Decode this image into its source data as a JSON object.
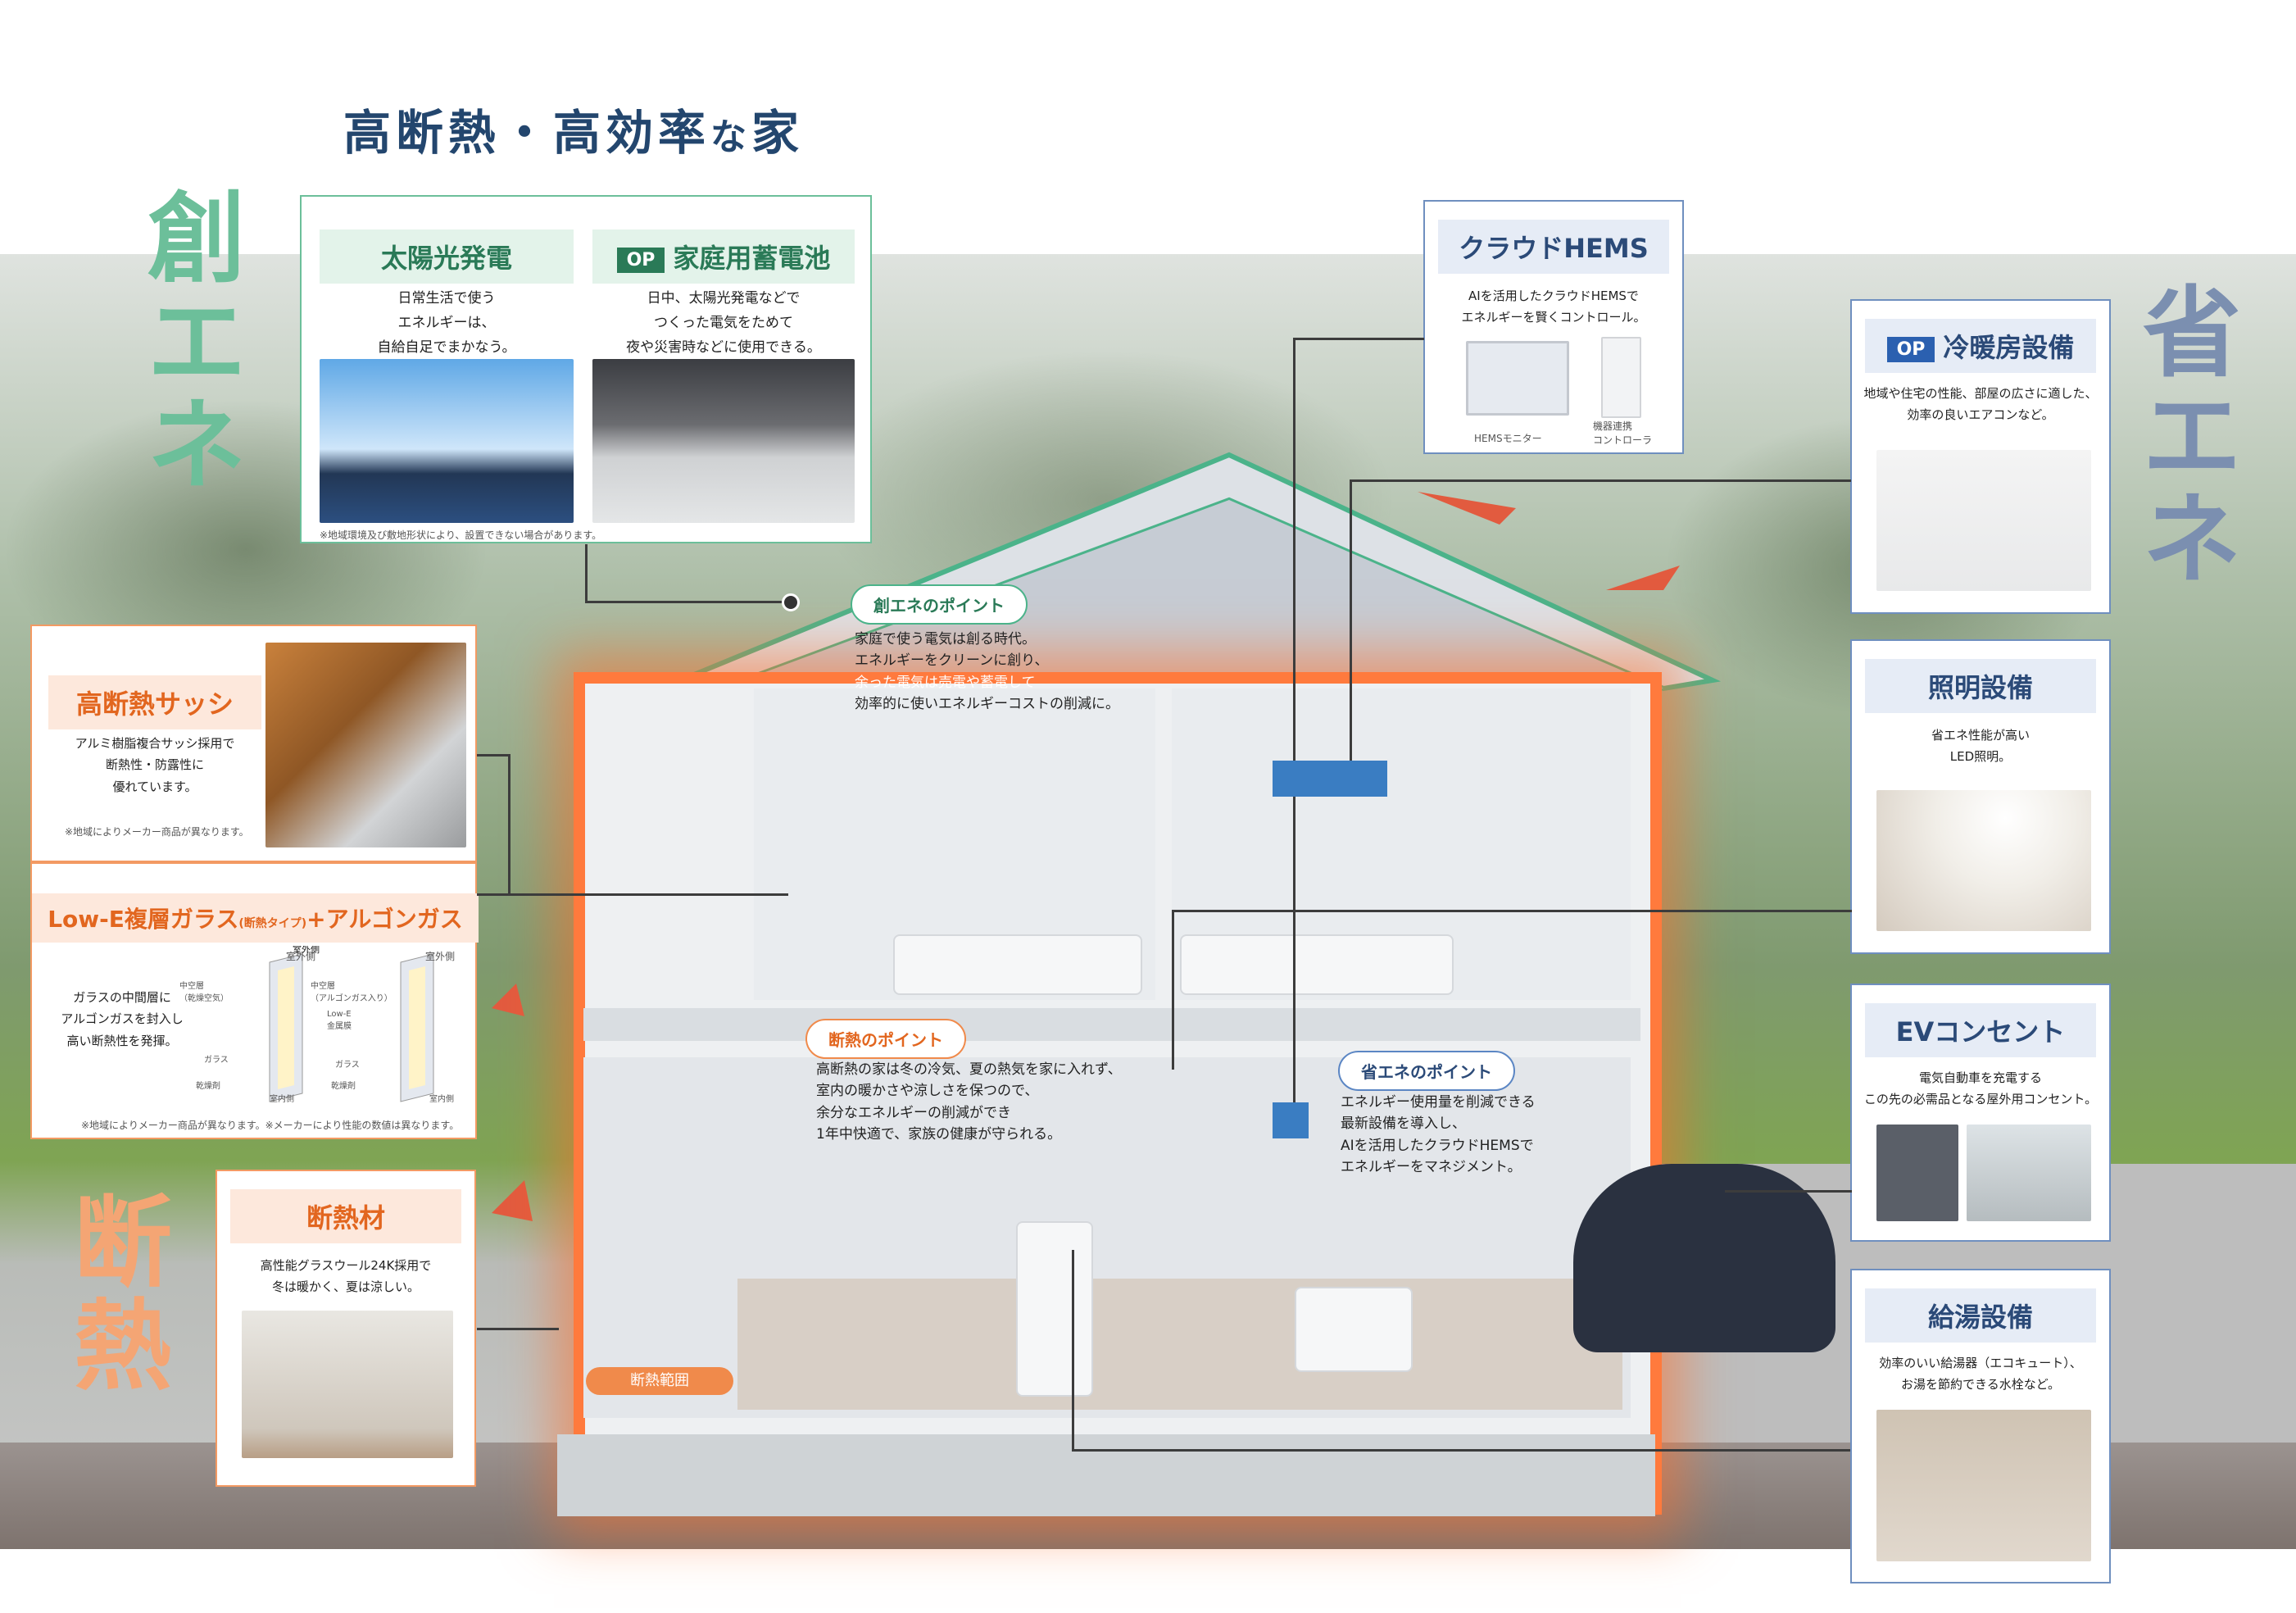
{
  "title": {
    "main": "高断熱・高効率",
    "na": "な",
    "ie": "家"
  },
  "categories": {
    "sou_ene": "創エネ",
    "sho_ene": "省エネ",
    "dan_netsu": "断熱"
  },
  "cards": {
    "solar": {
      "title": "太陽光発電",
      "desc": "日常生活で使う\nエネルギーは、\n自給自足でまかなう。"
    },
    "battery": {
      "op": "OP",
      "title": "家庭用蓄電池",
      "desc": "日中、太陽光発電などで\nつくった電気をためて\n夜や災害時などに使用できる。"
    },
    "solar_note": "※地域環境及び敷地形状により、設置できない場合があります。",
    "hems": {
      "title": "クラウドHEMS",
      "desc": "AIを活用したクラウドHEMSで\nエネルギーを賢くコントロール。",
      "label_monitor": "HEMSモニター",
      "label_controller": "機器連携\nコントローラ"
    },
    "aircon": {
      "op": "OP",
      "title": "冷暖房設備",
      "desc": "地域や住宅の性能、部屋の広さに適した、\n効率の良いエアコンなど。"
    },
    "lighting": {
      "title": "照明設備",
      "desc": "省エネ性能が高い\nLED照明。"
    },
    "ev": {
      "title": "EVコンセント",
      "desc": "電気自動車を充電する\nこの先の必需品となる屋外用コンセント。"
    },
    "water": {
      "title": "給湯設備",
      "desc": "効率のいい給湯器（エコキュート）、\nお湯を節約できる水栓など。"
    },
    "sash": {
      "title": "高断熱サッシ",
      "desc": "アルミ樹脂複合サッシ採用で\n断熱性・防露性に\n優れています。",
      "note": "※地域によりメーカー商品が異なります。"
    },
    "lowe": {
      "title": "Low-E複層ガラス",
      "title_small": "(断熱タイプ)",
      "title_tail": "+アルゴンガス",
      "desc": "ガラスの中間層に\nアルゴンガスを封入し\n高い断熱性を発揮。",
      "note": "※地域によりメーカー商品が異なります。※メーカーにより性能の数値は異なります。",
      "labels": {
        "outside": "室外側",
        "inside": "室内側",
        "air1": "中空層\n（乾燥空気）",
        "air2": "中空層\n（アルゴンガス入り）",
        "lowe_film": "Low-E\n金属膜",
        "glass": "ガラス",
        "desiccant": "乾燥剤"
      }
    },
    "insulation": {
      "title": "断熱材",
      "desc": "高性能グラスウール24K採用で\n冬は暖かく、夏は涼しい。"
    }
  },
  "points": {
    "sou": {
      "label": "創エネのポイント",
      "line1": "家庭で使う電気は創る時代。",
      "line2": "エネルギーをクリーンに創り、",
      "line3": "余った電気は売電や蓄電して",
      "line4": "効率的に使いエネルギーコストの削減に。"
    },
    "dan": {
      "label": "断熱のポイント",
      "line1": "高断熱の家は冬の冷気、夏の熱気を家に入れず、",
      "line2": "室内の暖かさや涼しさを保つので、",
      "line3": "余分なエネルギーの削減ができ",
      "line4": "1年中快適で、家族の健康が守られる。"
    },
    "sho": {
      "label": "省エネのポイント",
      "line1": "エネルギー使用量を削減できる",
      "line2": "最新設備を導入し、",
      "line3": "AIを活用したクラウドHEMSで",
      "line4": "エネルギーをマネジメント。"
    },
    "range": "断熱範囲"
  },
  "colors": {
    "green": "#6cbf9a",
    "blue": "#6f8fbf",
    "orange": "#f39a63",
    "title": "#23466e"
  },
  "icons": [
    "arrow-icon"
  ]
}
